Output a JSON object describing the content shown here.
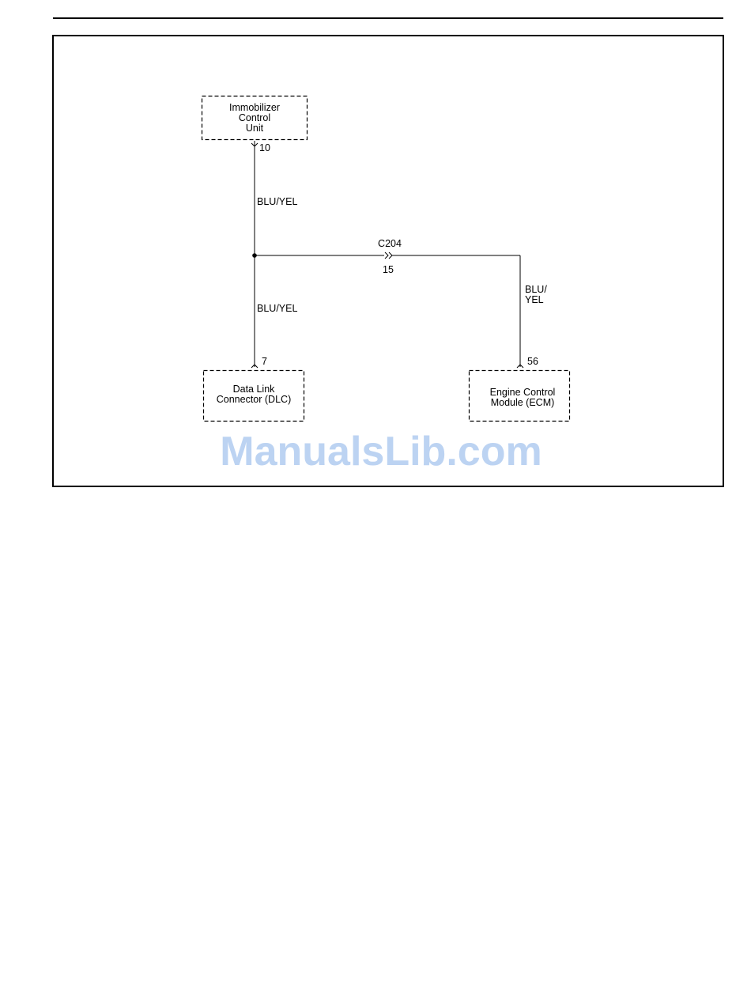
{
  "components": {
    "immobilizer": {
      "lines": [
        "Immobilizer",
        "Control",
        "Unit"
      ],
      "pin": "10"
    },
    "dlc": {
      "lines": [
        "Data Link",
        "Connector (DLC)"
      ],
      "pin": "7"
    },
    "ecm": {
      "lines": [
        "Engine Control",
        "Module (ECM)"
      ],
      "pin": "56"
    }
  },
  "wires": {
    "upper_color": "BLU/YEL",
    "lower_color": "BLU/YEL",
    "ecm_color_lines": [
      "BLU/",
      "YEL"
    ]
  },
  "connector": {
    "name": "C204",
    "pin": "15"
  },
  "watermark": "ManualsLib.com"
}
